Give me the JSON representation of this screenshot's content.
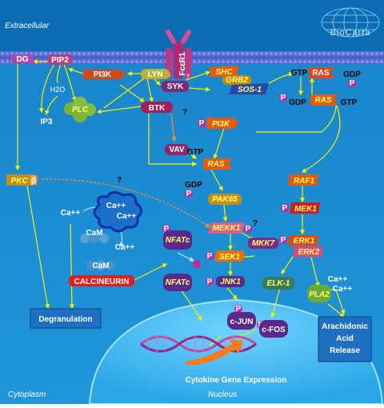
{
  "compartments": {
    "extracellular": "Extracellular",
    "cytoplasm": "Cytoplasm",
    "nucleus": "Nucleus"
  },
  "logo": {
    "text": "BioCarta"
  },
  "receptor": {
    "label": "FcεR1",
    "beta": "β",
    "gamma": "γ"
  },
  "molecules": {
    "dg": "DG",
    "pip2": "PIP2",
    "h2o": "H2O",
    "ip3": "IP3",
    "plc": "PLC",
    "pi3k_top": "PI3K",
    "lyn": "LYN",
    "syk": "SYK",
    "btk": "BTK",
    "shc": "SHC",
    "grb2": "GRB2",
    "sos1": "SOS-1",
    "gtp_ras1": "GTP",
    "ras_top": "RAS",
    "gdp_ras1": "GDP",
    "p_ras1": "P",
    "gdp_ras2": "GDP",
    "ras_mid": "RAS",
    "gtp_ras2": "GTP",
    "p_ras2": "P",
    "pi3k_mid": "PI3K",
    "p_pi3k": "P",
    "vav": "VAV",
    "gtp_vav": "GTP",
    "ras_vav": "RAS",
    "gdp_vav": "GDP",
    "p_vav": "P",
    "pak65": "PAK65",
    "raf1": "RAF1",
    "mek1": "MEK1",
    "p_mek1": "P",
    "erk1": "ERK1",
    "erk2": "ERK2",
    "p_erk": "P",
    "pkc": "PKC",
    "pkc_beta": "β",
    "ca1": "Ca++",
    "ca2": "Ca++",
    "ca3": "Ca++",
    "ca4": "Ca++",
    "ca5": "Ca++",
    "ca6": "Ca++",
    "cam1": "CaM",
    "cam2": "CaM",
    "calcineurin": "CALCINEURIN",
    "nfatc1": "NFATc",
    "p_nfatc": "P",
    "nfatc2": "NFATc",
    "mekk1": "MEKK1",
    "p_mekk1": "P",
    "mkk7": "MKK7",
    "sek1": "SEK1",
    "p_sek1": "P",
    "jnk1": "JNK1",
    "p_jnk1": "P",
    "elk1": "ELK-1",
    "pla2": "PLA2",
    "cjun": "c-JUN",
    "cfos": "c-FOS",
    "p_cjun": "P",
    "p_cfos": "P",
    "q1": "?",
    "q2": "?",
    "q3": "?"
  },
  "outcomes": {
    "degranulation": "Degranulation",
    "arachidonic": "Arachidonic",
    "acid": "Acid",
    "release": "Release",
    "cytokine": "Cytokine Gene Expression"
  },
  "colors": {
    "cytoplasm": "#1c8fd0",
    "extracellular": "#0a73b8",
    "membrane": "#5c6fd6",
    "nucleus": "#48bdf0",
    "arrow": "#f0f000",
    "outcome_box": "#1e6fc2"
  }
}
